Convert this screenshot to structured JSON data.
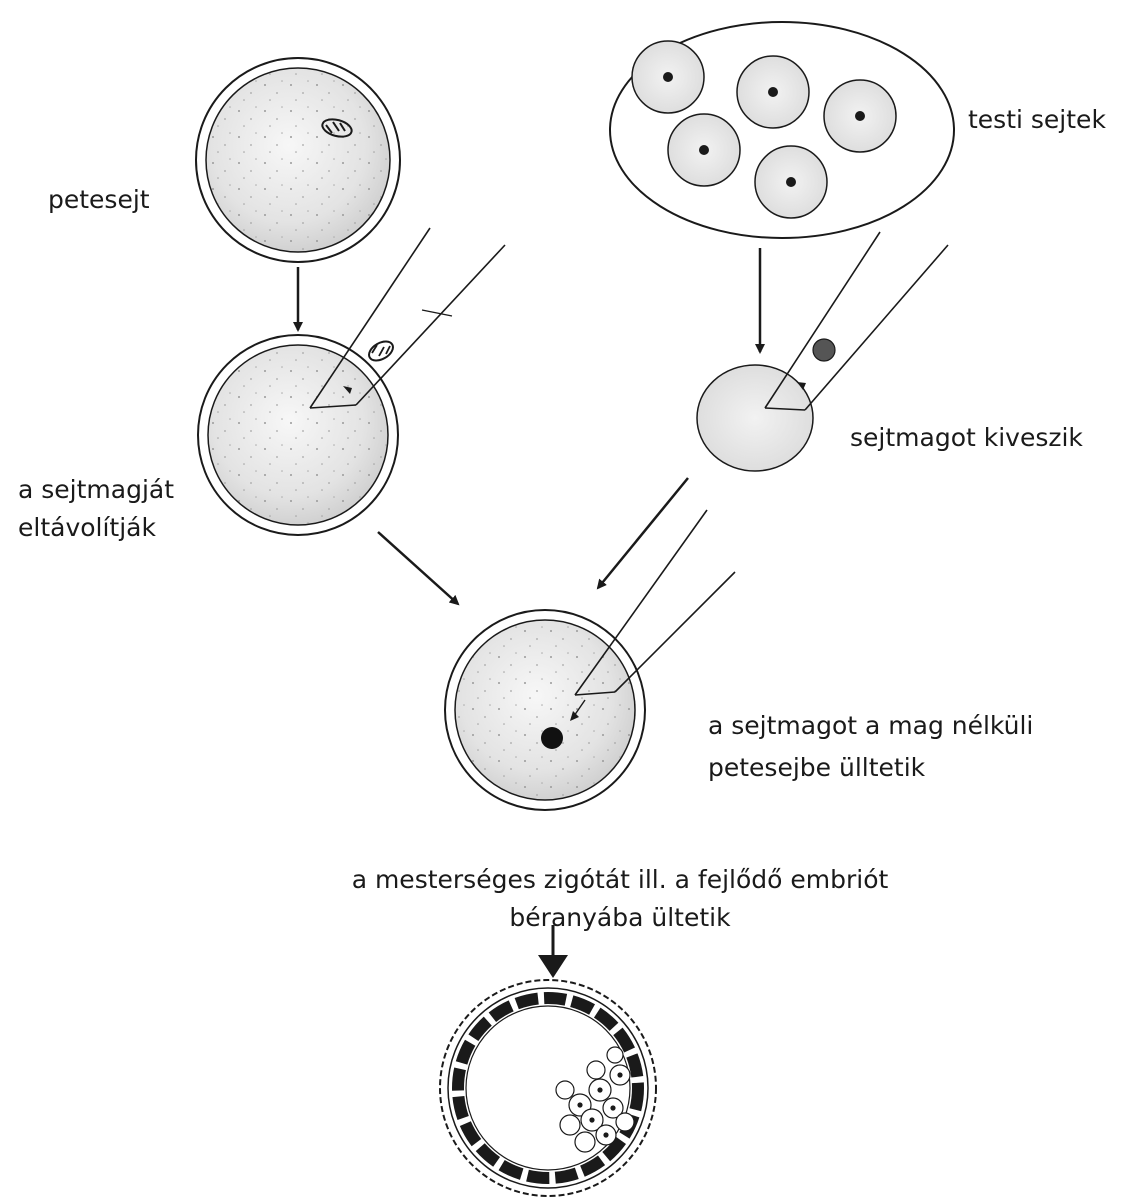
{
  "labels": {
    "egg_cell": "petesejt",
    "body_cells": "testi sejtek",
    "nucleus_removed_line1": "a sejtmagját",
    "nucleus_removed_line2": "eltávolítják",
    "nucleus_taken_out": "sejtmagot kiveszik",
    "implanted_line1": "a sejtmagot a mag nélküli",
    "implanted_line2": "petesejbe ülltetik",
    "surrogate_line1": "a mesterséges zigótát ill. a fejlődő embriót",
    "surrogate_line2": "béranyába ültetik"
  },
  "colors": {
    "ink": "#1a1a1a",
    "cell_fill": "#e6e6e6",
    "nucleus": "#111111",
    "transferred_nucleus": "#555555"
  }
}
